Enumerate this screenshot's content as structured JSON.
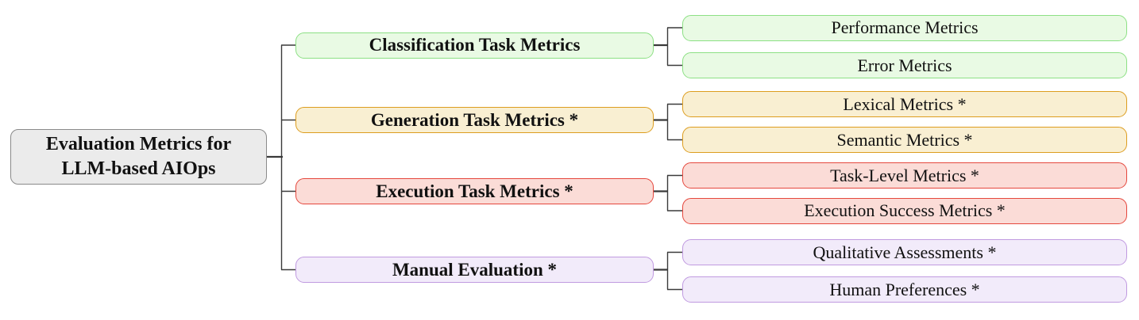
{
  "diagram": {
    "background_color": "#ffffff",
    "connector_color": "#3a3a3a",
    "root": {
      "line1": "Evaluation Metrics for",
      "line2": "LLM-based AIOps",
      "fill": "#ebebeb",
      "border": "#8a8a8a"
    },
    "branches": [
      {
        "label": "Classification Task Metrics",
        "fill": "#e9fae4",
        "border": "#8ce084",
        "children": [
          {
            "label": "Performance Metrics"
          },
          {
            "label": "Error Metrics"
          }
        ]
      },
      {
        "label": "Generation Task Metrics *",
        "fill": "#f9efd2",
        "border": "#dd9d1f",
        "children": [
          {
            "label": "Lexical Metrics *"
          },
          {
            "label": "Semantic Metrics *"
          }
        ]
      },
      {
        "label": "Execution Task Metrics *",
        "fill": "#fbdcd7",
        "border": "#e5473d",
        "children": [
          {
            "label": "Task-Level Metrics *"
          },
          {
            "label": "Execution Success Metrics *"
          }
        ]
      },
      {
        "label": "Manual Evaluation *",
        "fill": "#f2ebfa",
        "border": "#c09ae0",
        "children": [
          {
            "label": "Qualitative Assessments *"
          },
          {
            "label": "Human Preferences *"
          }
        ]
      }
    ]
  }
}
